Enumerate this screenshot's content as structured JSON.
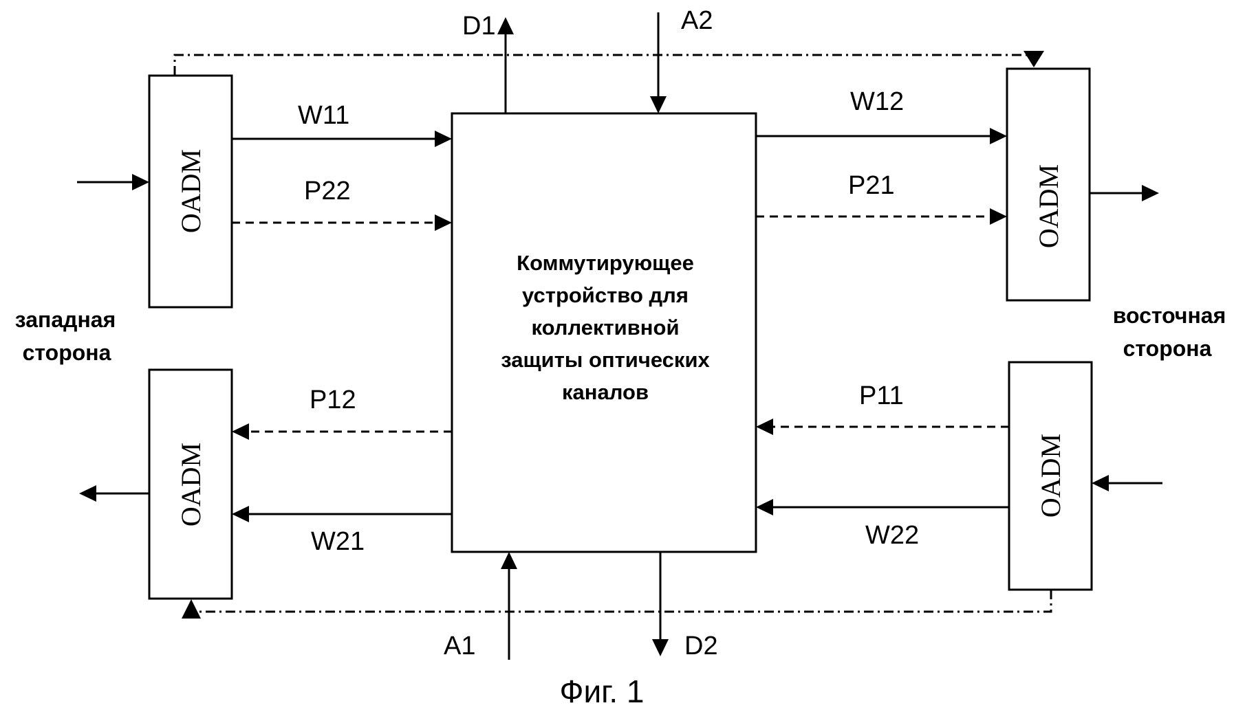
{
  "oadm_label": "OADM",
  "center_block": {
    "lines": [
      "Коммутирующее",
      "устройство для",
      "коллективной",
      "защиты оптических",
      "каналов"
    ]
  },
  "west_side": [
    "западная",
    "сторона"
  ],
  "east_side": [
    "восточная",
    "сторона"
  ],
  "signals": {
    "w11": "W11",
    "p22": "P22",
    "w12": "W12",
    "p21": "P21",
    "p12": "P12",
    "w21": "W21",
    "p11": "P11",
    "w22": "W22",
    "d1": "D1",
    "a2": "A2",
    "a1": "A1",
    "d2": "D2"
  },
  "caption": "Фиг. 1"
}
